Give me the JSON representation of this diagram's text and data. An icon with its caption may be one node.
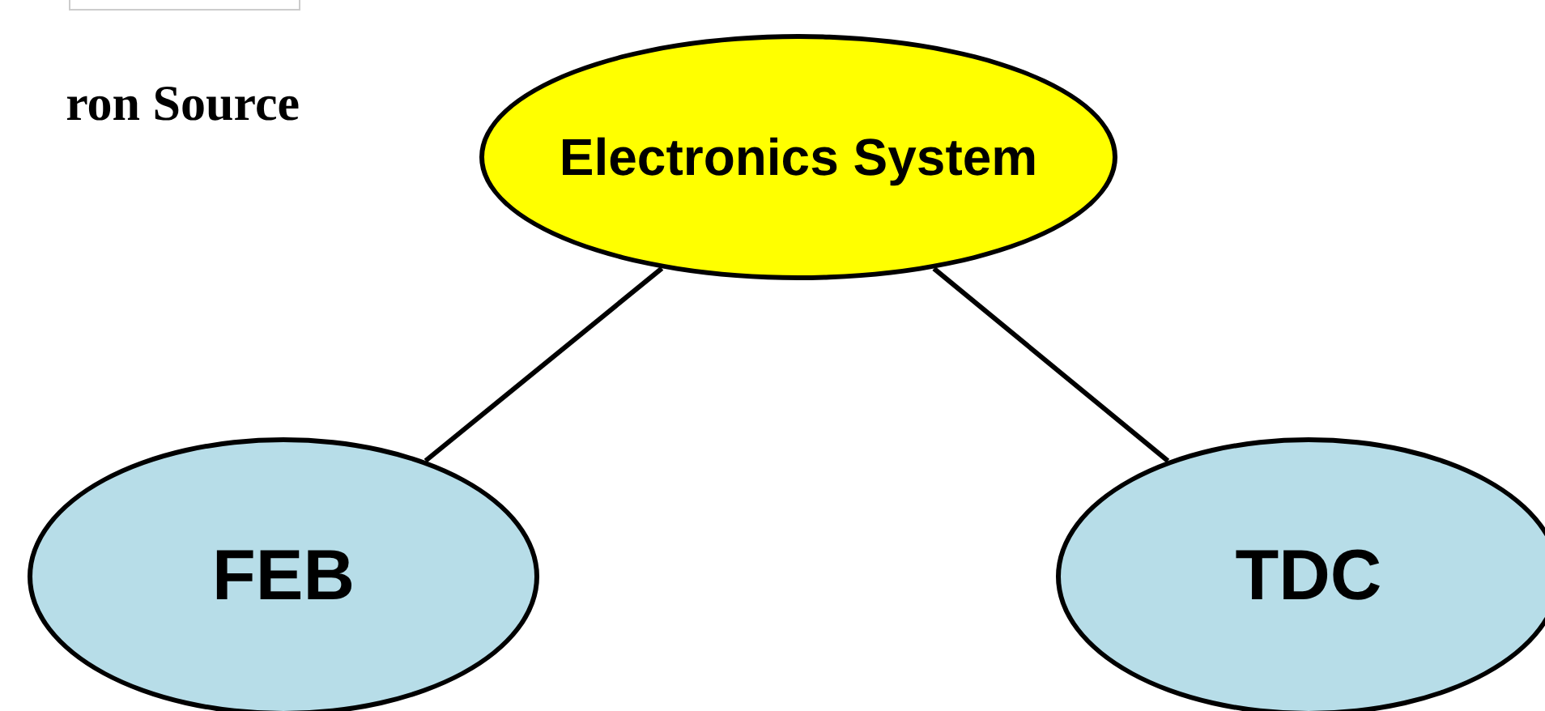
{
  "diagram": {
    "nodes": [
      {
        "text": [
          "Electronics System"
        ]
      },
      {
        "text": [
          "FEB"
        ]
      },
      {
        "text": [
          "TDC"
        ]
      }
    ],
    "edges": [
      {
        "from": 0,
        "to": 1,
        "arrow": "none"
      },
      {
        "from": 0,
        "to": 2,
        "arrow": "none"
      }
    ],
    "labels": [
      "ron Source"
    ]
  }
}
